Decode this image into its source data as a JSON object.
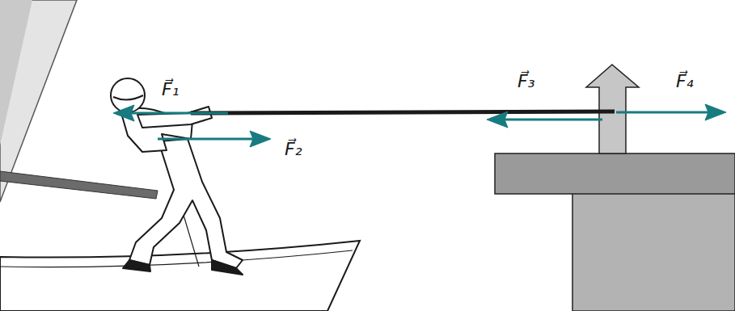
{
  "diagram": {
    "labels": [
      "F⃗₁",
      "F⃗₂",
      "F⃗₃",
      "F⃗₄"
    ]
  }
}
